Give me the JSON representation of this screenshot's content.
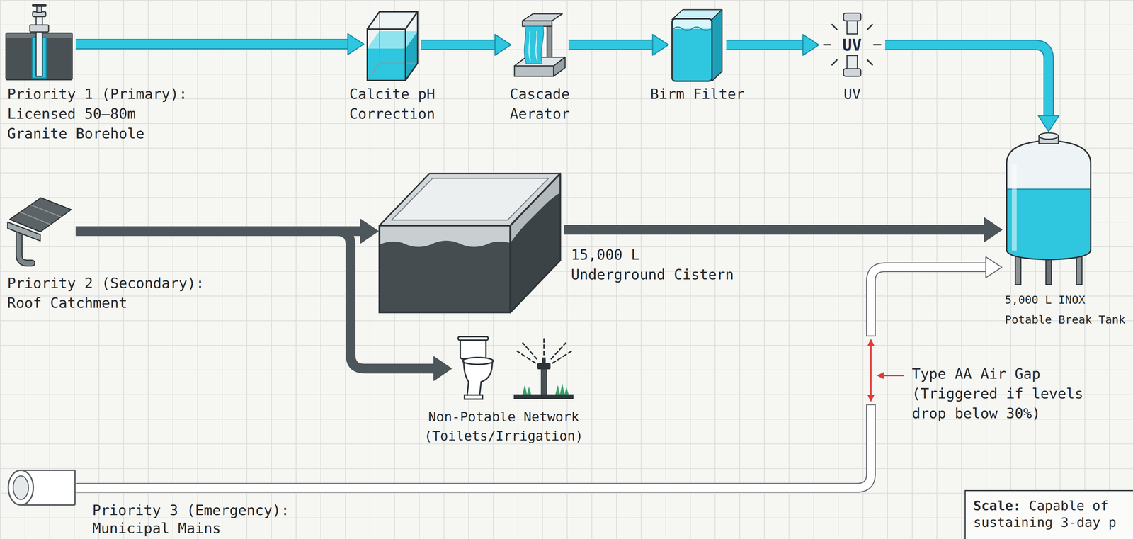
{
  "diagram": {
    "nodes": [
      {
        "text": [
          "Priority 1 (Primary):",
          "Licensed 50–80m Granite Borehole"
        ]
      },
      {
        "text": [
          "Calcite pH Correction"
        ]
      },
      {
        "text": [
          "Cascade Aerator"
        ]
      },
      {
        "text": [
          "Birm Filter"
        ]
      },
      {
        "text": [
          "UV",
          "UV"
        ]
      },
      {
        "text": [
          "5,000 L INOX Potable Break Tank"
        ]
      },
      {
        "text": [
          "Priority 2 (Secondary):",
          "Roof Catchment"
        ]
      },
      {
        "text": [
          "15,000 L Underground Cistern"
        ]
      },
      {
        "text": [
          "Non-Potable Network (Toilets/Irrigation)"
        ]
      },
      {
        "text": [
          "Priority 3 (Emergency):",
          "Municipal Mains"
        ]
      },
      {
        "text": [
          "Scale:",
          "Capable of sustaining 3-day p"
        ]
      }
    ],
    "edges": [
      {
        "from": 0,
        "to": 1,
        "arrow": "to"
      },
      {
        "from": 1,
        "to": 2,
        "arrow": "to"
      },
      {
        "from": 2,
        "to": 3,
        "arrow": "to"
      },
      {
        "from": 3,
        "to": 4,
        "arrow": "to"
      },
      {
        "from": 4,
        "to": 5,
        "arrow": "to"
      },
      {
        "from": 6,
        "to": 7,
        "arrow": "to"
      },
      {
        "from": 6,
        "to": 8,
        "arrow": "to"
      },
      {
        "from": 7,
        "to": 5,
        "arrow": "to"
      },
      {
        "from": 9,
        "to": 5,
        "arrow": "to"
      }
    ],
    "labels": [
      "Type AA Air Gap (Triggered if levels drop below 30%)"
    ]
  }
}
